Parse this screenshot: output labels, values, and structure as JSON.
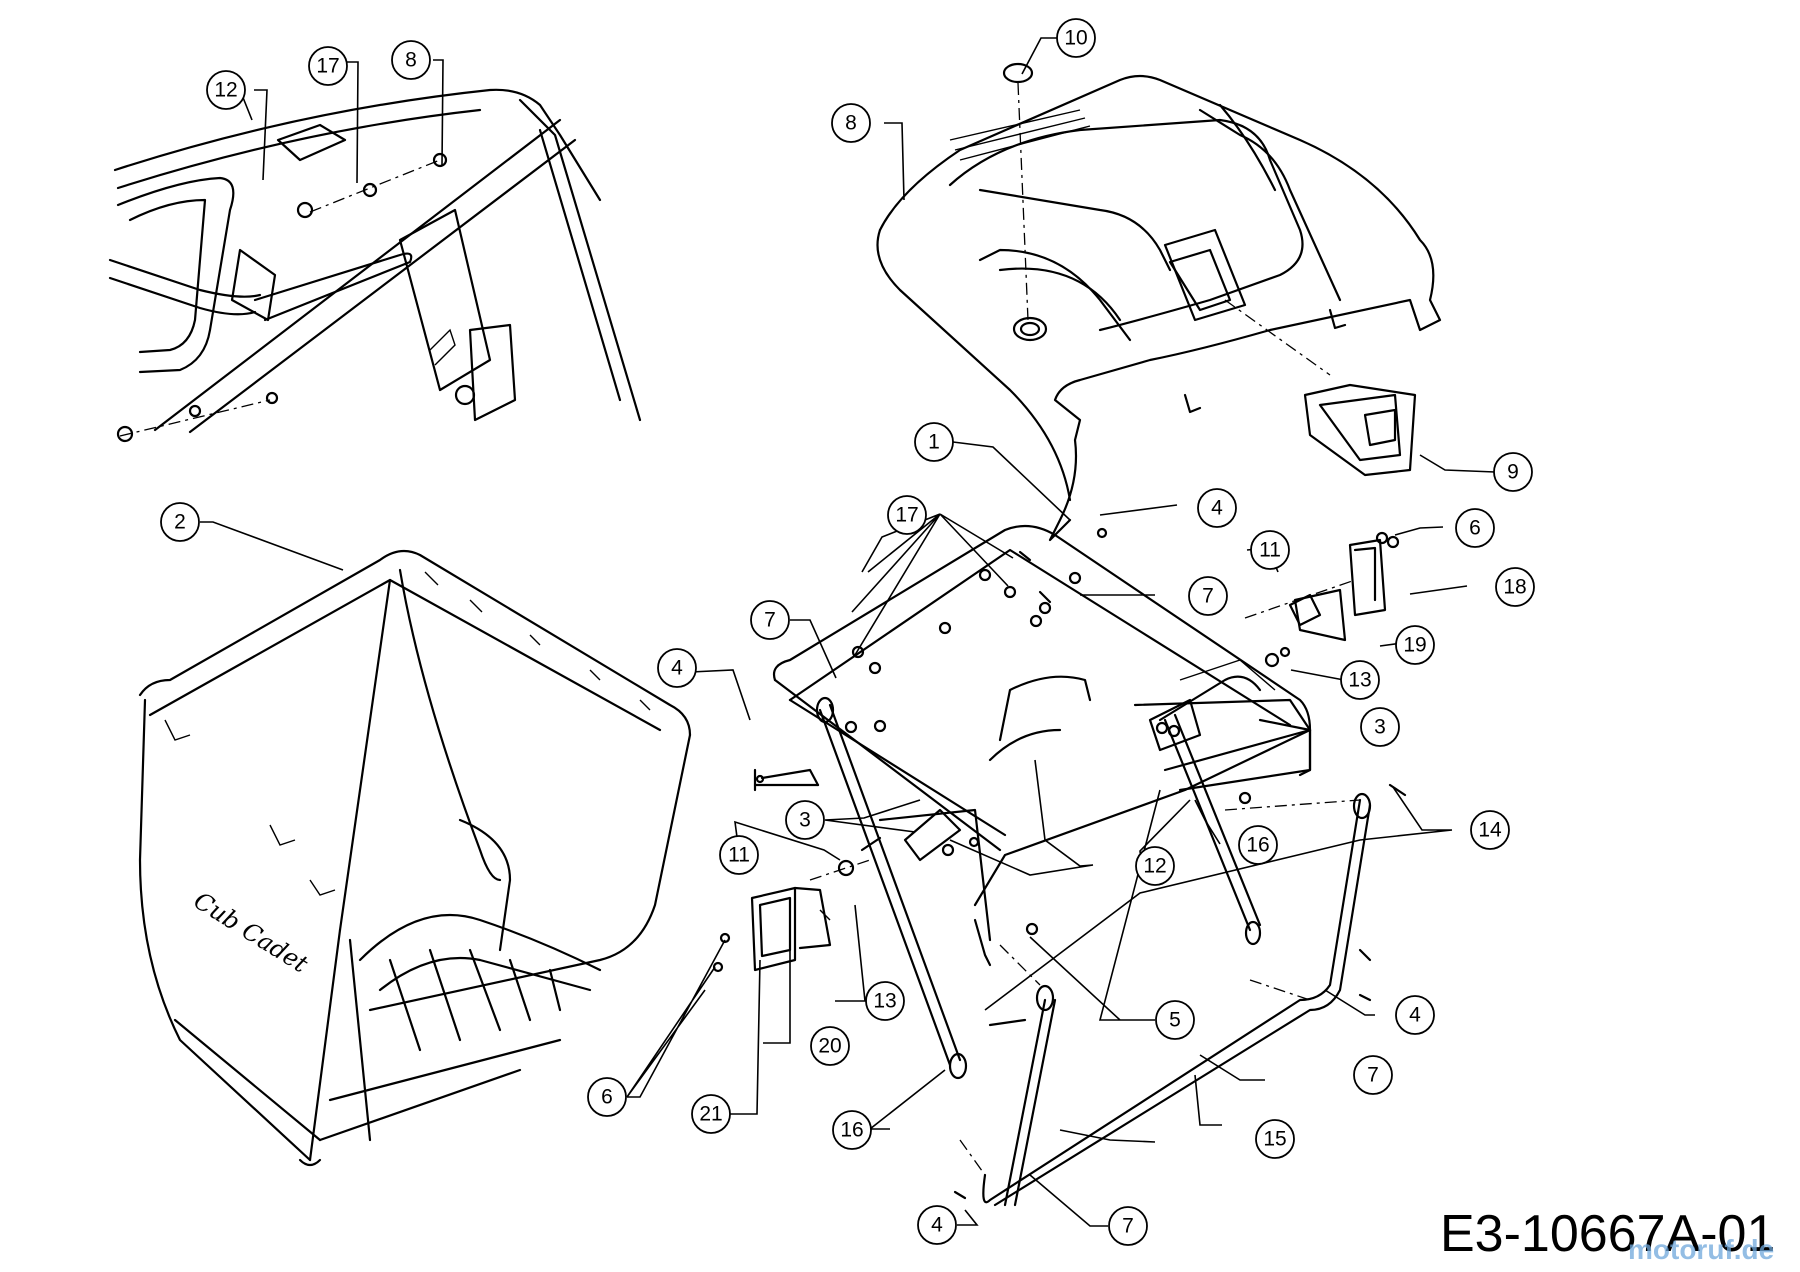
{
  "diagram_code": "E3-10667A-01",
  "watermark": "motoruf.de",
  "brand_text": "Cub Cadet",
  "callouts": [
    {
      "id": "c1",
      "label": "1"
    },
    {
      "id": "c2",
      "label": "2"
    },
    {
      "id": "c3a",
      "label": "3"
    },
    {
      "id": "c3b",
      "label": "3"
    },
    {
      "id": "c4a",
      "label": "4"
    },
    {
      "id": "c4b",
      "label": "4"
    },
    {
      "id": "c4c",
      "label": "4"
    },
    {
      "id": "c4d",
      "label": "4"
    },
    {
      "id": "c5",
      "label": "5"
    },
    {
      "id": "c6a",
      "label": "6"
    },
    {
      "id": "c6b",
      "label": "6"
    },
    {
      "id": "c7a",
      "label": "7"
    },
    {
      "id": "c7b",
      "label": "7"
    },
    {
      "id": "c7c",
      "label": "7"
    },
    {
      "id": "c7d",
      "label": "7"
    },
    {
      "id": "c8a",
      "label": "8"
    },
    {
      "id": "c8b",
      "label": "8"
    },
    {
      "id": "c9",
      "label": "9"
    },
    {
      "id": "c10",
      "label": "10"
    },
    {
      "id": "c11a",
      "label": "11"
    },
    {
      "id": "c11b",
      "label": "11"
    },
    {
      "id": "c12a",
      "label": "12"
    },
    {
      "id": "c12b",
      "label": "12"
    },
    {
      "id": "c13a",
      "label": "13"
    },
    {
      "id": "c13b",
      "label": "13"
    },
    {
      "id": "c14",
      "label": "14"
    },
    {
      "id": "c15",
      "label": "15"
    },
    {
      "id": "c16a",
      "label": "16"
    },
    {
      "id": "c16b",
      "label": "16"
    },
    {
      "id": "c17a",
      "label": "17"
    },
    {
      "id": "c17b",
      "label": "17"
    },
    {
      "id": "c18",
      "label": "18"
    },
    {
      "id": "c19",
      "label": "19"
    },
    {
      "id": "c20",
      "label": "20"
    },
    {
      "id": "c21",
      "label": "21"
    }
  ]
}
